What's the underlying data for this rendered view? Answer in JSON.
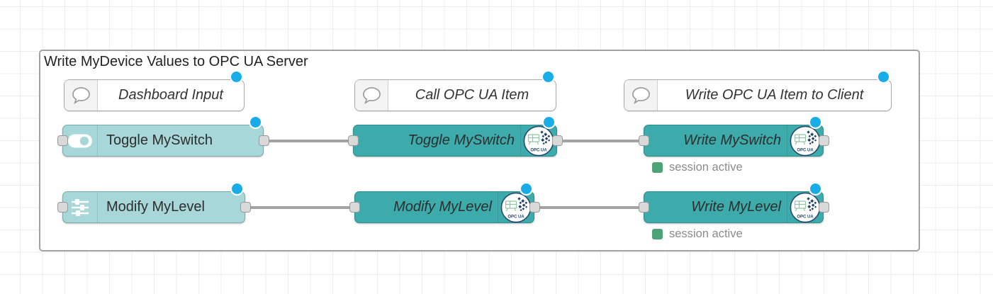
{
  "group": {
    "label": "Write MyDevice Values to OPC UA Server"
  },
  "comments": [
    {
      "label": "Dashboard Input"
    },
    {
      "label": "Call OPC UA Item"
    },
    {
      "label": "Write OPC UA Item to Client"
    }
  ],
  "nodes": {
    "toggle_ui": {
      "label": "Toggle MySwitch"
    },
    "modify_ui": {
      "label": "Modify MyLevel"
    },
    "toggle_opc": {
      "label": "Toggle MySwitch"
    },
    "modify_opc": {
      "label": "Modify MyLevel"
    },
    "write_switch": {
      "label": "Write MySwitch",
      "status": "session active"
    },
    "write_level": {
      "label": "Write MyLevel",
      "status": "session active"
    }
  },
  "badge": {
    "label": "OPC UA"
  },
  "colors": {
    "node_dashboard": "#a7d7d8",
    "node_opcua": "#3dabab",
    "changed_indicator": "#18ade8",
    "status_active_green": "#4da377",
    "wire": "#a3a3a3"
  }
}
